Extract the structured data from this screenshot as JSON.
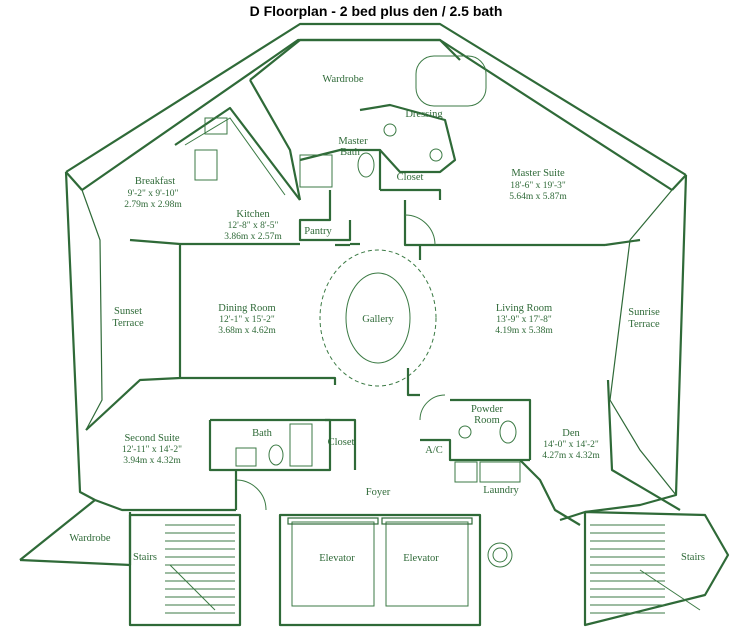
{
  "title": "D Floorplan - 2 bed plus den / 2.5 bath",
  "rooms": {
    "wardrobe_top": "Wardrobe",
    "dressing": "Dressing",
    "master_bath_1": "Master",
    "master_bath_2": "Bath",
    "closet_master": "Closet",
    "master_suite": "Master Suite",
    "master_suite_dim_imp": "18'-6\" x 19'-3\"",
    "master_suite_dim_met": "5.64m x 5.87m",
    "breakfast": "Breakfast",
    "breakfast_dim_imp": "9'-2\" x 9'-10\"",
    "breakfast_dim_met": "2.79m x 2.98m",
    "kitchen": "Kitchen",
    "kitchen_dim_imp": "12'-8\" x 8'-5\"",
    "kitchen_dim_met": "3.86m x 2.57m",
    "pantry": "Pantry",
    "sunset_1": "Sunset",
    "sunset_2": "Terrace",
    "dining": "Dining Room",
    "dining_dim_imp": "12'-1\" x 15'-2\"",
    "dining_dim_met": "3.68m x 4.62m",
    "gallery": "Gallery",
    "living": "Living Room",
    "living_dim_imp": "13'-9\" x 17'-8\"",
    "living_dim_met": "4.19m x 5.38m",
    "sunrise_1": "Sunrise",
    "sunrise_2": "Terrace",
    "second_suite": "Second Suite",
    "second_suite_dim_imp": "12'-11\" x 14'-2\"",
    "second_suite_dim_met": "3.94m x 4.32m",
    "bath": "Bath",
    "closet_hall": "Closet",
    "powder_1": "Powder",
    "powder_2": "Room",
    "ac": "A/C",
    "den": "Den",
    "den_dim_imp": "14'-0\" x 14'-2\"",
    "den_dim_met": "4.27m x 4.32m",
    "foyer": "Foyer",
    "laundry": "Laundry",
    "wardrobe_left": "Wardrobe",
    "stairs_left": "Stairs",
    "elevator_left": "Elevator",
    "elevator_right": "Elevator",
    "stairs_right": "Stairs"
  }
}
